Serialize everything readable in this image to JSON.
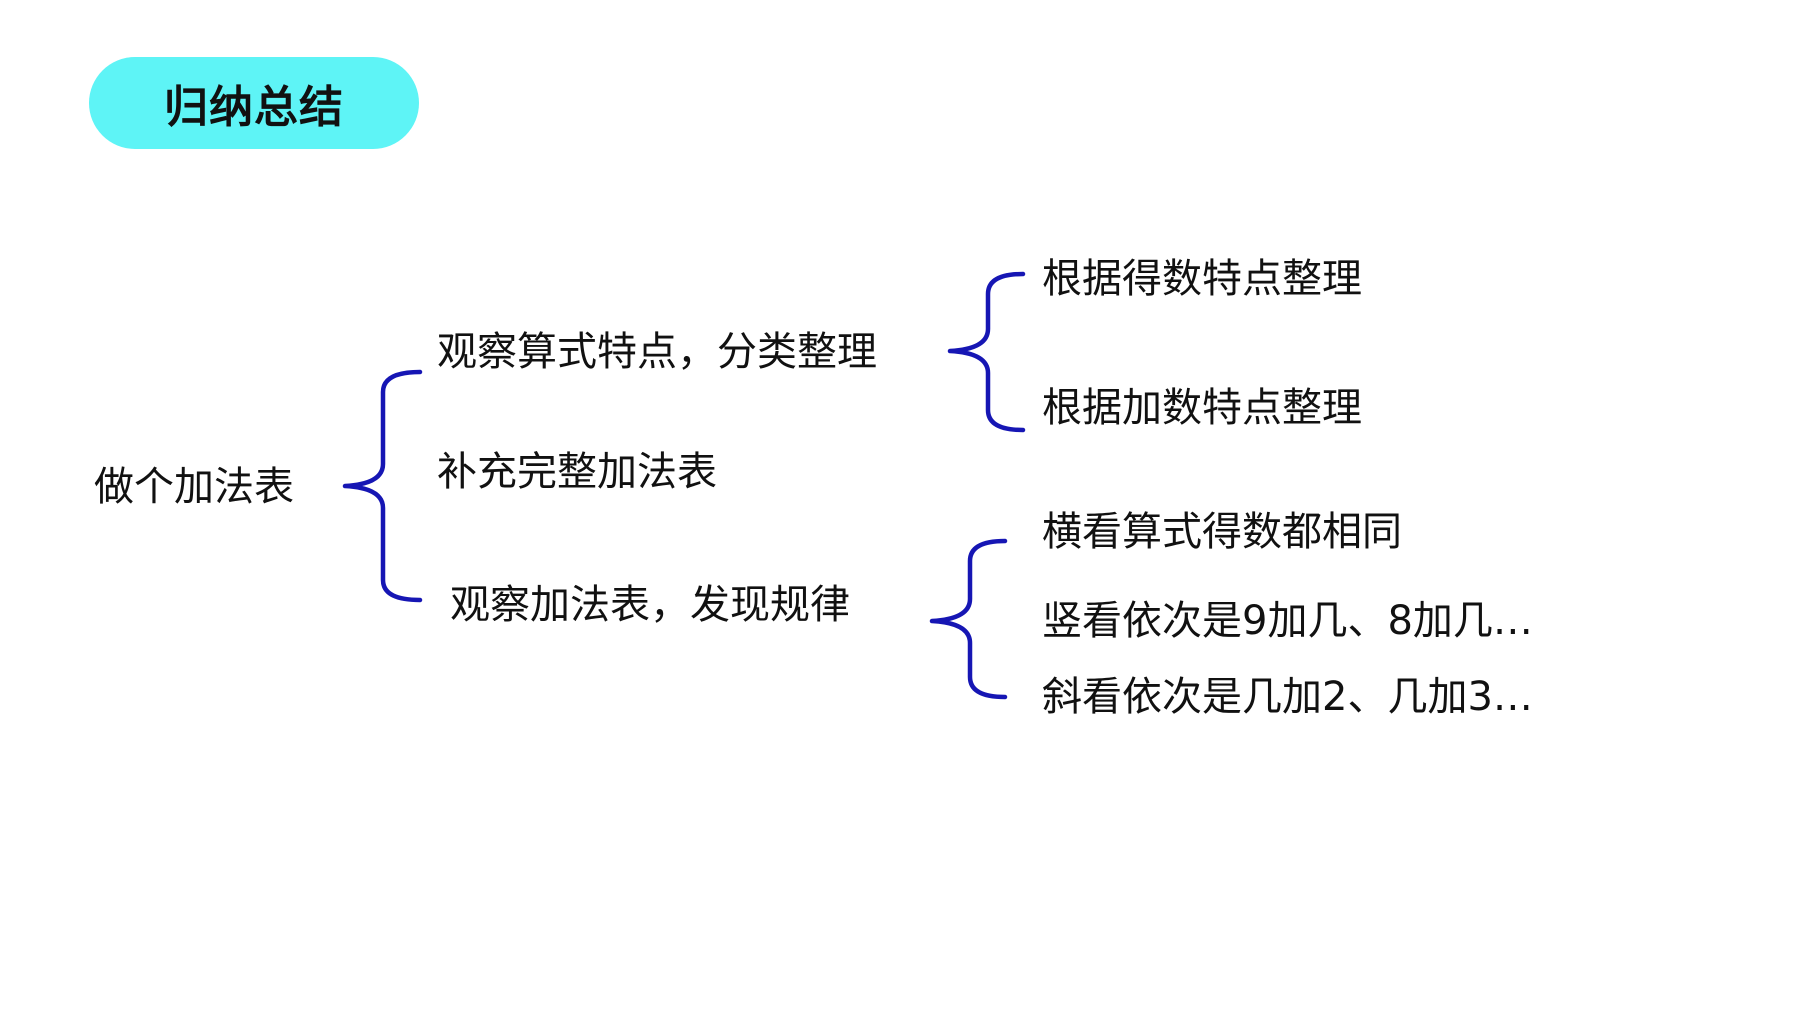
{
  "title": "归纳总结",
  "colors": {
    "title_bg": "#5ef4f6",
    "brace": "#1616b4",
    "text": "#111111"
  },
  "tree": {
    "root": "做个加法表",
    "branches": [
      {
        "label": "观察算式特点，分类整理",
        "children": [
          "根据得数特点整理",
          "根据加数特点整理"
        ]
      },
      {
        "label": "补充完整加法表",
        "children": []
      },
      {
        "label": "观察加法表，发现规律",
        "children": [
          "横看算式得数都相同",
          "竖看依次是9加几、8加几…",
          "斜看依次是几加2、几加3…"
        ]
      }
    ]
  }
}
